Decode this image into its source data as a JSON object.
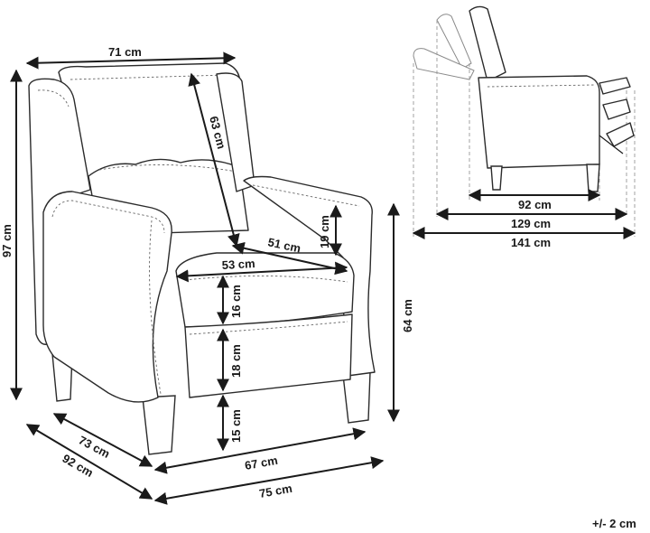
{
  "diagram": {
    "dimensions": {
      "top_width": "71 cm",
      "total_height": "97 cm",
      "back_height": "63 cm",
      "armrest_height": "19 cm",
      "seat_depth": "51 cm",
      "seat_width": "53 cm",
      "seat_thickness": "16 cm",
      "front_panel_height": "18 cm",
      "leg_height": "15 cm",
      "arm_to_floor_height": "64 cm",
      "base_depth": "73 cm",
      "overall_depth": "92 cm",
      "base_width": "67 cm",
      "overall_width": "75 cm"
    },
    "side_view": {
      "closed_depth": "92 cm",
      "partial_recline_length": "129 cm",
      "full_recline_length": "141 cm"
    },
    "tolerance": "+/- 2 cm"
  }
}
